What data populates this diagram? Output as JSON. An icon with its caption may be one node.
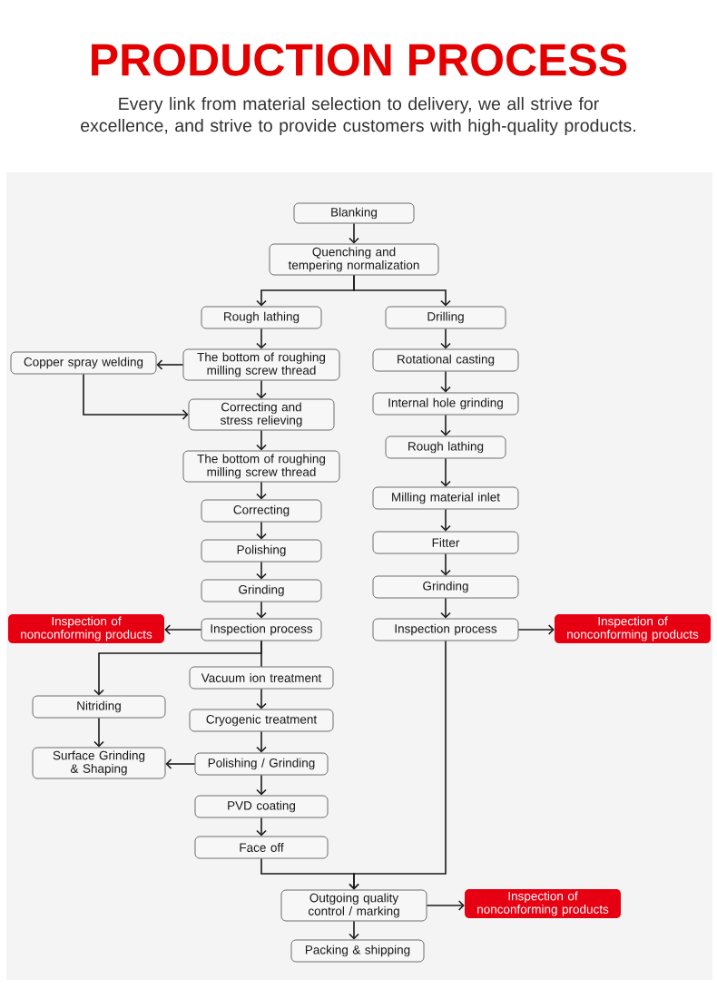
{
  "diagram": {
    "title": "PRODUCTION PROCESS",
    "caption": "Every link from material selection to delivery, we all strive for excellence, and strive to provide customers with high-quality products.",
    "nodes": [
      {
        "text": [
          "Blanking"
        ]
      },
      {
        "text": [
          "Quenching and tempering normalization"
        ]
      },
      {
        "text": [
          "Rough lathing"
        ]
      },
      {
        "text": [
          "Drilling"
        ]
      },
      {
        "text": [
          "The bottom of roughing milling screw thread"
        ]
      },
      {
        "text": [
          "Copper spray welding"
        ]
      },
      {
        "text": [
          "Correcting and stress relieving"
        ]
      },
      {
        "text": [
          "The bottom of roughing milling screw thread"
        ]
      },
      {
        "text": [
          "Correcting"
        ]
      },
      {
        "text": [
          "Polishing"
        ]
      },
      {
        "text": [
          "Grinding"
        ]
      },
      {
        "text": [
          "Inspection process"
        ]
      },
      {
        "text": [
          "Inspection of nonconforming products"
        ]
      },
      {
        "text": [
          "Rotational casting"
        ]
      },
      {
        "text": [
          "Internal hole grinding"
        ]
      },
      {
        "text": [
          "Rough lathing"
        ]
      },
      {
        "text": [
          "Milling material inlet"
        ]
      },
      {
        "text": [
          "Fitter"
        ]
      },
      {
        "text": [
          "Grinding"
        ]
      },
      {
        "text": [
          "Inspection process"
        ]
      },
      {
        "text": [
          "Inspection of nonconforming products"
        ]
      },
      {
        "text": [
          "Vacuum ion treatment"
        ]
      },
      {
        "text": [
          "Nitriding"
        ]
      },
      {
        "text": [
          "Cryogenic treatment"
        ]
      },
      {
        "text": [
          "Surface Grinding & Shaping"
        ]
      },
      {
        "text": [
          "Polishing / Grinding"
        ]
      },
      {
        "text": [
          "PVD coating"
        ]
      },
      {
        "text": [
          "Face off"
        ]
      },
      {
        "text": [
          "Outgoing quality control / marking"
        ]
      },
      {
        "text": [
          "Inspection of nonconforming products"
        ]
      },
      {
        "text": [
          "Packing & shipping"
        ]
      }
    ],
    "edges": [
      {
        "from": 0,
        "to": 1,
        "arrow": "to"
      },
      {
        "from": 1,
        "to": 2,
        "arrow": "to"
      },
      {
        "from": 1,
        "to": 3,
        "arrow": "to"
      },
      {
        "from": 2,
        "to": 4,
        "arrow": "to"
      },
      {
        "from": 4,
        "to": 5,
        "arrow": "to"
      },
      {
        "from": 5,
        "to": 6,
        "arrow": "to"
      },
      {
        "from": 4,
        "to": 6,
        "arrow": "to"
      },
      {
        "from": 6,
        "to": 7,
        "arrow": "to"
      },
      {
        "from": 7,
        "to": 8,
        "arrow": "to"
      },
      {
        "from": 8,
        "to": 9,
        "arrow": "to"
      },
      {
        "from": 9,
        "to": 10,
        "arrow": "to"
      },
      {
        "from": 10,
        "to": 11,
        "arrow": "to"
      },
      {
        "from": 11,
        "to": 12,
        "arrow": "to"
      },
      {
        "from": 11,
        "to": 21,
        "arrow": "none"
      },
      {
        "from": 11,
        "to": 22,
        "arrow": "to"
      },
      {
        "from": 21,
        "to": 23,
        "arrow": "to"
      },
      {
        "from": 23,
        "to": 25,
        "arrow": "to"
      },
      {
        "from": 25,
        "to": 24,
        "arrow": "to"
      },
      {
        "from": 22,
        "to": 24,
        "arrow": "to"
      },
      {
        "from": 25,
        "to": 26,
        "arrow": "to"
      },
      {
        "from": 26,
        "to": 27,
        "arrow": "to"
      },
      {
        "from": 27,
        "to": 28,
        "arrow": "to"
      },
      {
        "from": 19,
        "to": 28,
        "arrow": "to"
      },
      {
        "from": 28,
        "to": 29,
        "arrow": "to"
      },
      {
        "from": 28,
        "to": 30,
        "arrow": "to"
      },
      {
        "from": 3,
        "to": 13,
        "arrow": "to"
      },
      {
        "from": 13,
        "to": 14,
        "arrow": "to"
      },
      {
        "from": 14,
        "to": 15,
        "arrow": "to"
      },
      {
        "from": 15,
        "to": 16,
        "arrow": "to"
      },
      {
        "from": 16,
        "to": 17,
        "arrow": "to"
      },
      {
        "from": 17,
        "to": 18,
        "arrow": "to"
      },
      {
        "from": 18,
        "to": 19,
        "arrow": "to"
      },
      {
        "from": 19,
        "to": 20,
        "arrow": "to"
      }
    ]
  }
}
